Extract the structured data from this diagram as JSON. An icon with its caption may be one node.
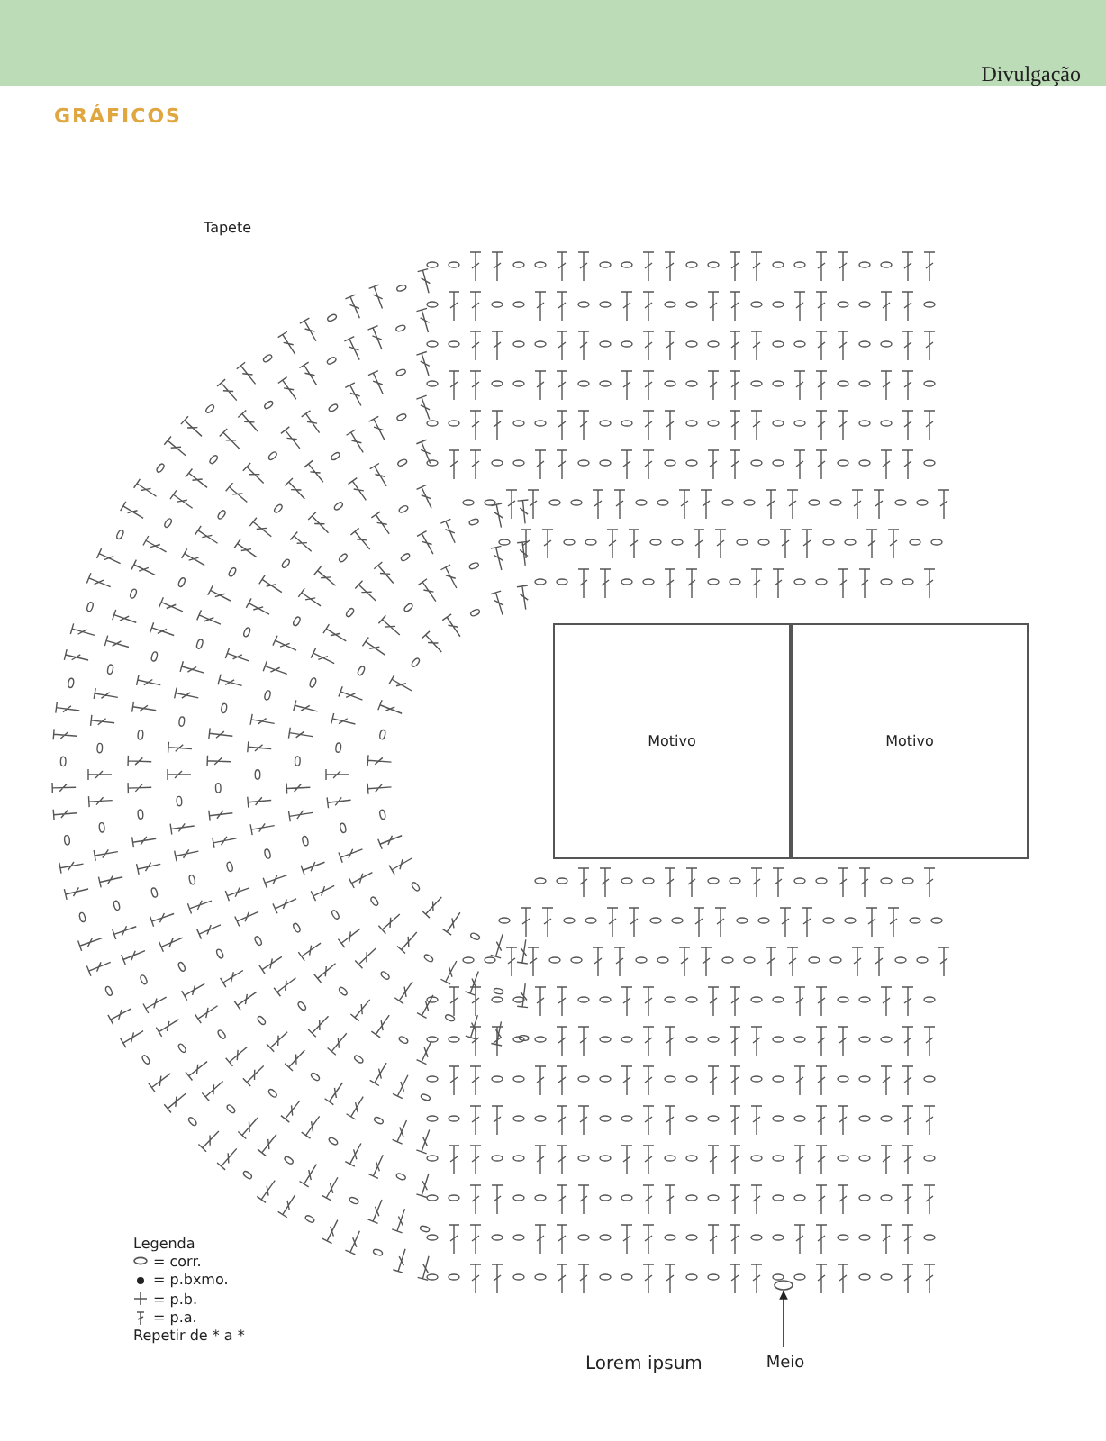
{
  "diagram": {
    "title": "GRÁFICOS",
    "nodes": [
      {
        "text": [
          "Motivo"
        ]
      },
      {
        "text": [
          "Motivo"
        ]
      },
      {
        "text": [
          "Meio"
        ]
      },
      {
        "text": [],
        "shape": "circle"
      }
    ],
    "edges": [
      {
        "from": 2,
        "to": 3,
        "arrow": "to"
      }
    ],
    "labels": [
      "Divulgação",
      "Tapete",
      "Legenda",
      "Repetir de * a *",
      "Lorem ipsum"
    ],
    "legend": [
      {
        "text": "= corr."
      },
      {
        "text": "= p.bxmo."
      },
      {
        "text": "= p.b."
      },
      {
        "text": "= p.a."
      }
    ]
  }
}
